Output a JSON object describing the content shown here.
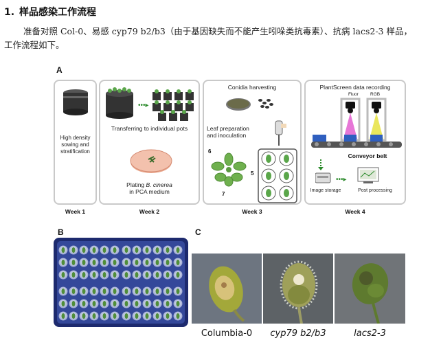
{
  "heading": {
    "number": "1.",
    "title": "样品感染工作流程"
  },
  "paragraph": {
    "line1": "准备对照 Col-0、易感 cyp79 b2/b3（由于基因缺失而不能产生吲哚类抗毒素）、抗病 lacs2-3 样品，",
    "line2": "工作流程如下。"
  },
  "figure": {
    "panel_a_label": "A",
    "panel_b_label": "B",
    "panel_c_label": "C",
    "week1": {
      "caption": "High density sowing and stratification",
      "week": "Week 1"
    },
    "week2": {
      "caption_top": "Transferring to individual pots",
      "caption_bottom_pre": "Plating ",
      "caption_bottom_italic": "B. cinerea",
      "caption_bottom_post": " in PCA medium",
      "week": "Week 2"
    },
    "week3": {
      "title": "Conidia harvesting",
      "caption": "Leaf preparation and inoculation",
      "n5": "5",
      "n6": "6",
      "n7": "7",
      "week": "Week 3"
    },
    "week4": {
      "title": "PlantScreen data recording",
      "fluor": "Fluor",
      "rgb": "RGB",
      "conveyor": "Conveyor belt",
      "storage": "Image storage",
      "post": "Post processing",
      "week": "Week 4"
    },
    "panel_c_labels": [
      "Columbia-0",
      "cyp79 b2/b3",
      "lacs2-3"
    ]
  },
  "colors": {
    "panel_border": "#c9c9c9",
    "tray_blue": "#2b3f8f",
    "fluor_pink": "#e35fd0",
    "rgb_yellow": "#e8e34a"
  }
}
